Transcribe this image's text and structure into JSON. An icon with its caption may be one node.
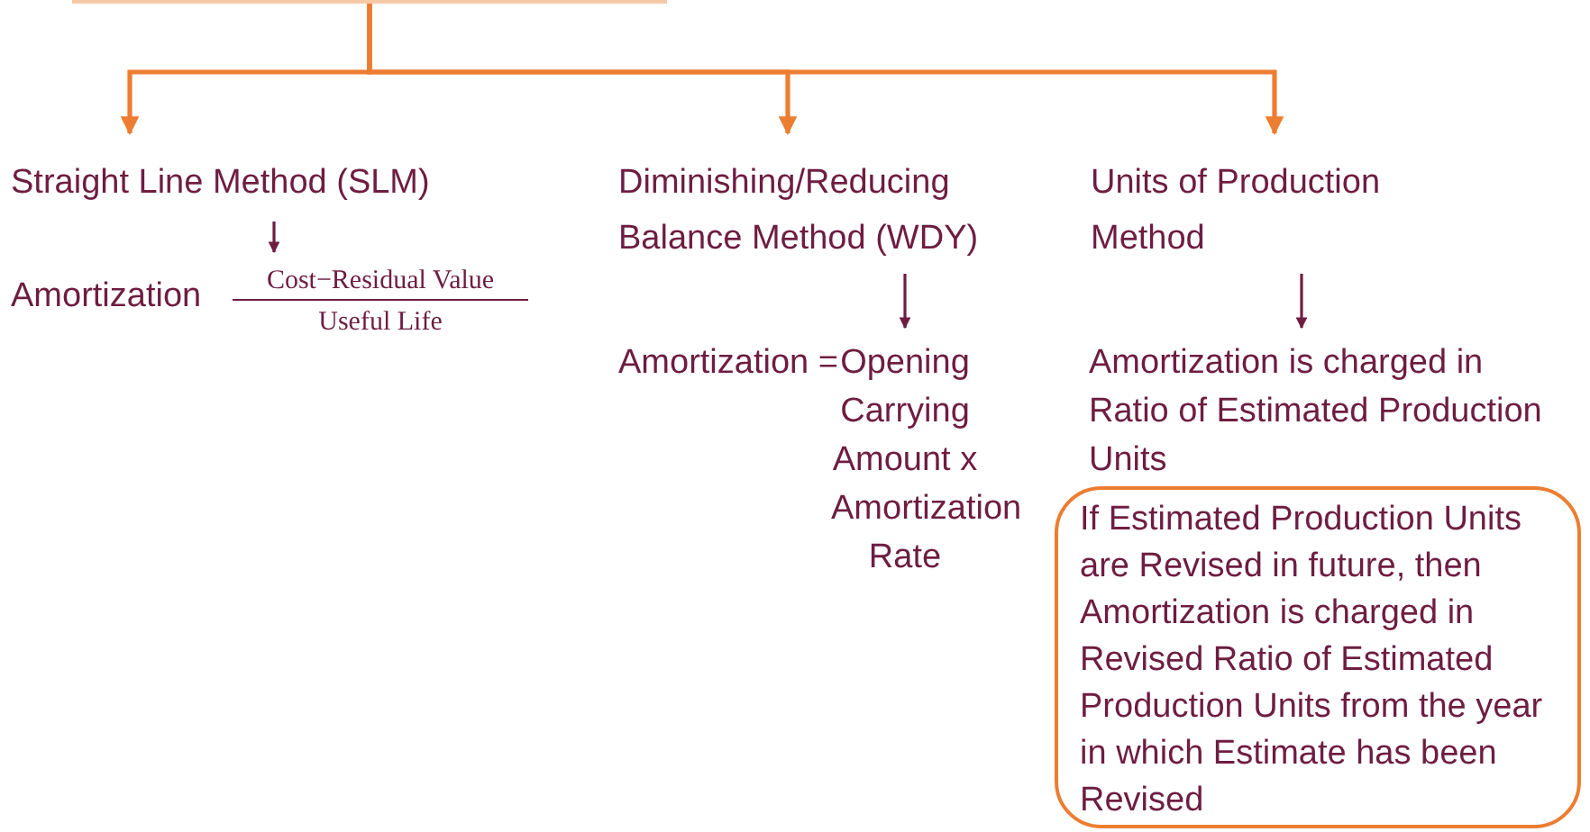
{
  "diagram": {
    "nodes": [
      {
        "text": [],
        "shape": "box"
      },
      {
        "text": [
          "Straight Line Method (SLM)"
        ]
      },
      {
        "text": [
          "Amortization",
          "Cost−Residual Value",
          "Useful Life"
        ]
      },
      {
        "text": [
          "Diminishing/Reducing Balance Method (WDY)"
        ]
      },
      {
        "text": [
          "Amortization =",
          "Opening Carrying Amount x Amortization Rate"
        ]
      },
      {
        "text": [
          "Units of Production Method"
        ]
      },
      {
        "text": [
          "Amortization is charged in Ratio of Estimated Production Units"
        ]
      },
      {
        "text": [
          "If Estimated Production Units are Revised in future, then Amortization is charged in Revised Ratio of Estimated Production Units from the year in which Estimate has been Revised"
        ]
      }
    ],
    "edges": [
      {
        "from": 0,
        "to": 1,
        "arrow": "to",
        "color": "#ed7d31"
      },
      {
        "from": 0,
        "to": 3,
        "arrow": "to",
        "color": "#ed7d31"
      },
      {
        "from": 0,
        "to": 5,
        "arrow": "to",
        "color": "#ed7d31"
      },
      {
        "from": 1,
        "to": 2,
        "arrow": "to",
        "color": "#6e1d41"
      },
      {
        "from": 3,
        "to": 4,
        "arrow": "to",
        "color": "#6e1d41"
      },
      {
        "from": 5,
        "to": 6,
        "arrow": "to",
        "color": "#6e1d41"
      }
    ]
  }
}
